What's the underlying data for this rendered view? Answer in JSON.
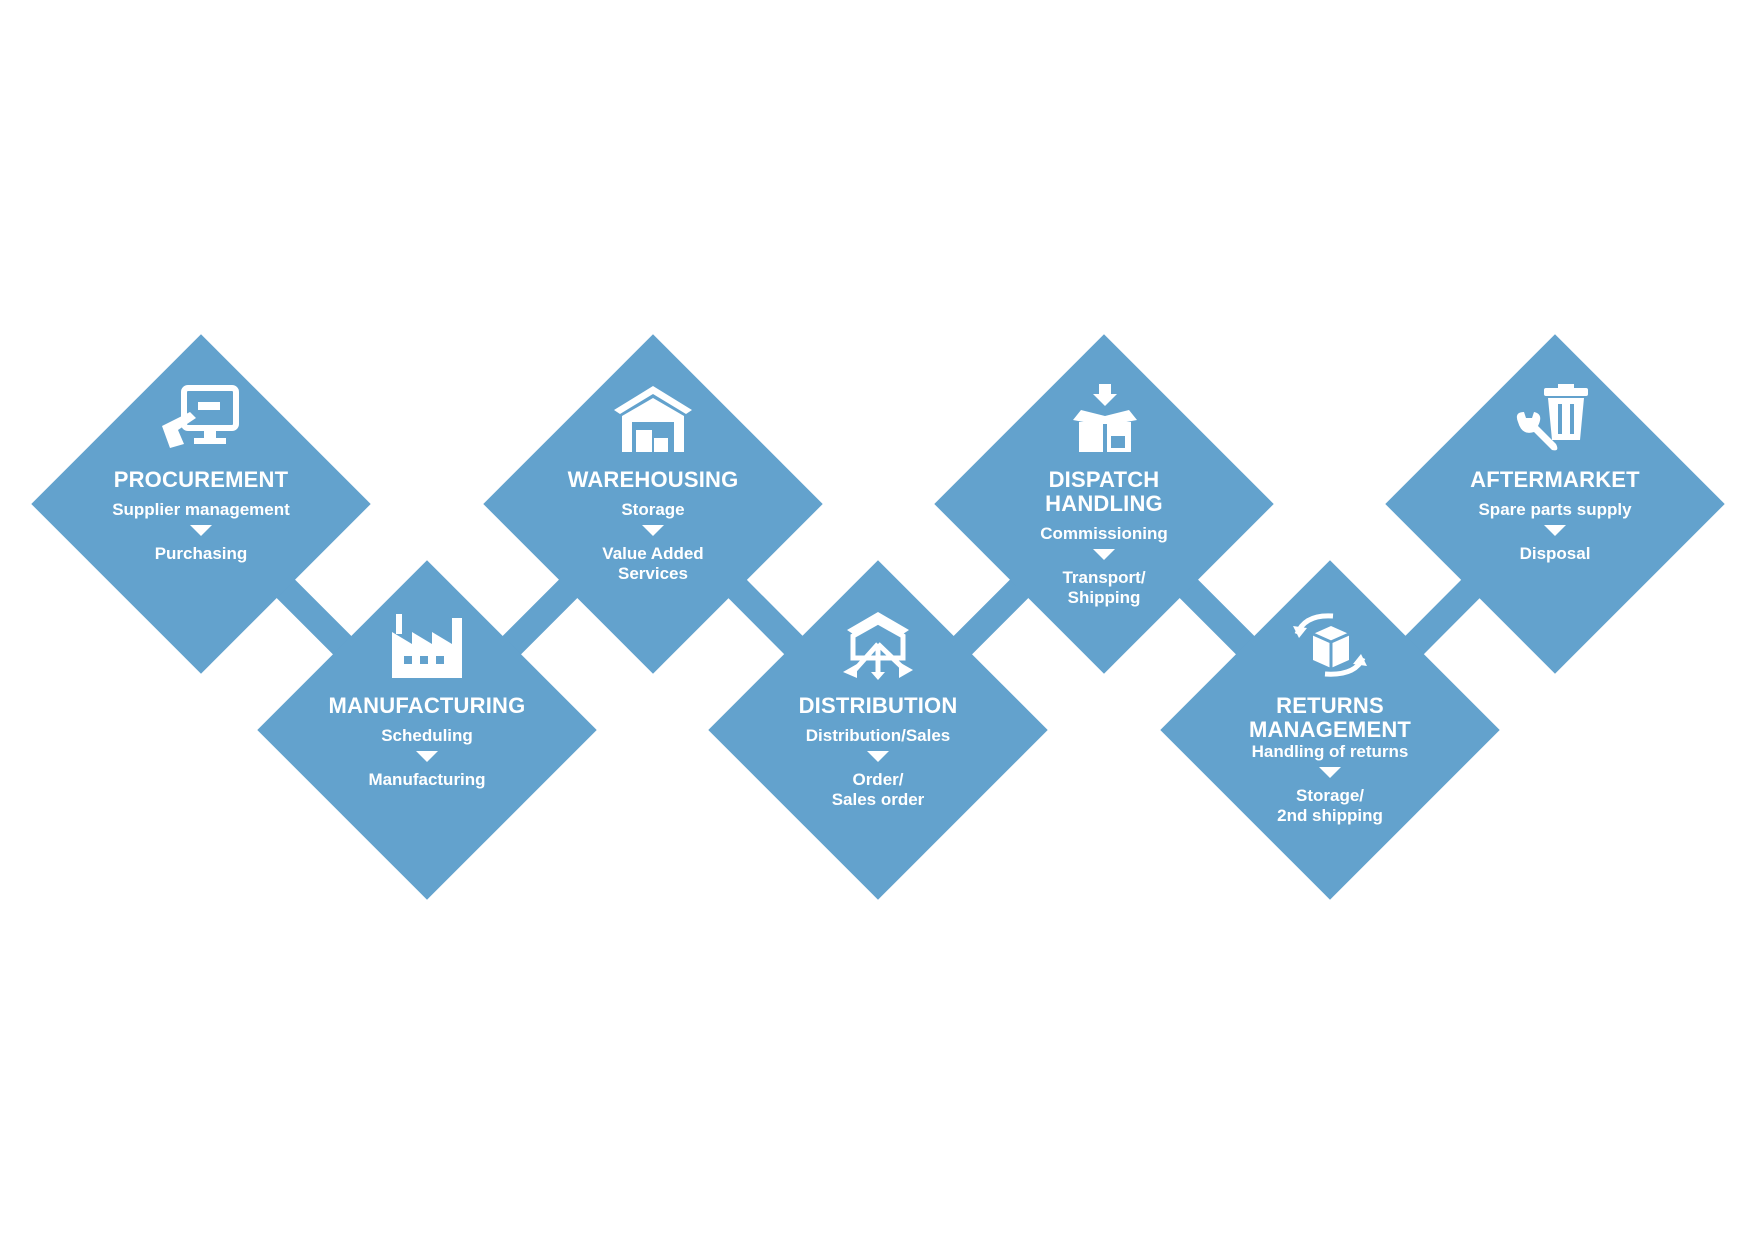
{
  "colors": {
    "diamond": "#63a2cd",
    "text": "#ffffff",
    "background": "#ffffff"
  },
  "steps": [
    {
      "icon": "computer-touch-icon",
      "title": "PROCUREMENT",
      "from": "Supplier management",
      "to": "Purchasing"
    },
    {
      "icon": "factory-icon",
      "title": "MANUFACTURING",
      "from": "Scheduling",
      "to": "Manufacturing"
    },
    {
      "icon": "warehouse-icon",
      "title": "WAREHOUSING",
      "from": "Storage",
      "to": "Value Added\nServices"
    },
    {
      "icon": "distribution-icon",
      "title": "DISTRIBUTION",
      "from": "Distribution/Sales",
      "to": "Order/\nSales order"
    },
    {
      "icon": "open-box-icon",
      "title": "DISPATCH\nHANDLING",
      "from": "Commissioning",
      "to": "Transport/\nShipping"
    },
    {
      "icon": "returns-box-icon",
      "title": "RETURNS\nMANAGEMENT",
      "from": "Handling of returns",
      "to": "Storage/\n2nd shipping"
    },
    {
      "icon": "trash-wrench-icon",
      "title": "AFTERMARKET",
      "from": "Spare parts supply",
      "to": "Disposal"
    }
  ]
}
